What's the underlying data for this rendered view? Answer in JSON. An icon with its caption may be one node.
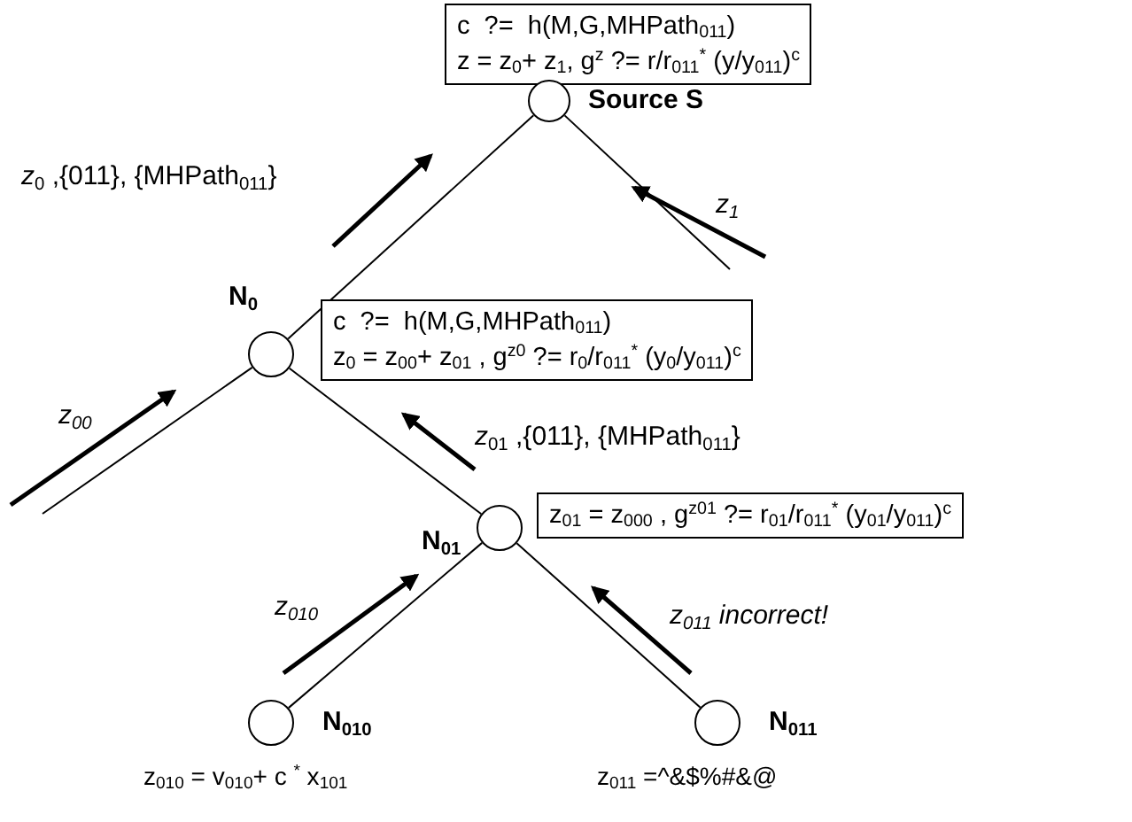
{
  "diagram": {
    "nodes": [
      {
        "text": [
          "c  ?=  h(M,G,MHPath$_{011}$)",
          "z = z$_{0}$+ z$_{1}$, g$^{z}$ ?= r/r$_{011}$$^{*}$ (y/y$_{011}$)$^{c}$"
        ]
      },
      {
        "text": [],
        "shape": "circle",
        "beside": [
          "Source S"
        ]
      },
      {
        "text": [],
        "shape": "circle",
        "beside": [
          "N$_{0}$"
        ]
      },
      {
        "text": [
          "c  ?=  h(M,G,MHPath$_{011}$)",
          "z$_{0}$ = z$_{00}$+ z$_{01}$ , g$^{z0}$ ?= r$_{0}$/r$_{011}$$^{*}$ (y$_{0}$/y$_{011}$)$^{c}$"
        ]
      },
      {
        "text": [],
        "shape": "circle",
        "beside": [
          "N$_{01}$"
        ]
      },
      {
        "text": [
          "z$_{01}$ = z$_{000}$ , g$^{z01}$ ?= r$_{01}$/r$_{011}$$^{*}$ (y$_{01}$/y$_{011}$)$^{c}$"
        ]
      },
      {
        "text": [],
        "shape": "circle",
        "beside": [
          "N$_{010}$",
          "z$_{010}$ = v$_{010}$+ c $^{*}$ x$_{101}$"
        ]
      },
      {
        "text": [],
        "shape": "circle",
        "beside": [
          "N$_{011}$",
          "z$_{011}$ =^&$%#&@"
        ]
      }
    ],
    "edges": [
      {
        "from": 1,
        "to": 2,
        "arrow": "none"
      },
      {
        "from": 1,
        "to": null,
        "arrow": "none"
      },
      {
        "from": 2,
        "to": null,
        "arrow": "none"
      },
      {
        "from": 2,
        "to": 4,
        "arrow": "none"
      },
      {
        "from": 4,
        "to": 6,
        "arrow": "none"
      },
      {
        "from": 4,
        "to": 7,
        "arrow": "none"
      }
    ],
    "labels": [
      "*z*$_{0}$ ,{011}, {MHPath$_{011}$}",
      "z$_{1}$",
      "z$_{00}$",
      "*z*$_{01}$ ,{011}, {MHPath$_{011}$}",
      "z$_{010}$",
      "z$_{011}$ incorrect!"
    ]
  }
}
